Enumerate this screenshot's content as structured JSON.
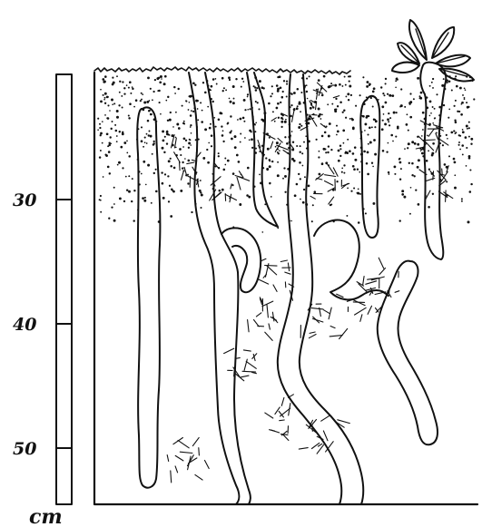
{
  "scale": {
    "unit": "cm",
    "ticks": [
      {
        "value": 30,
        "label": "30"
      },
      {
        "value": 40,
        "label": "40"
      },
      {
        "value": 50,
        "label": "50"
      }
    ]
  },
  "colors": {
    "ink": "#111111",
    "paper": "#ffffff"
  }
}
